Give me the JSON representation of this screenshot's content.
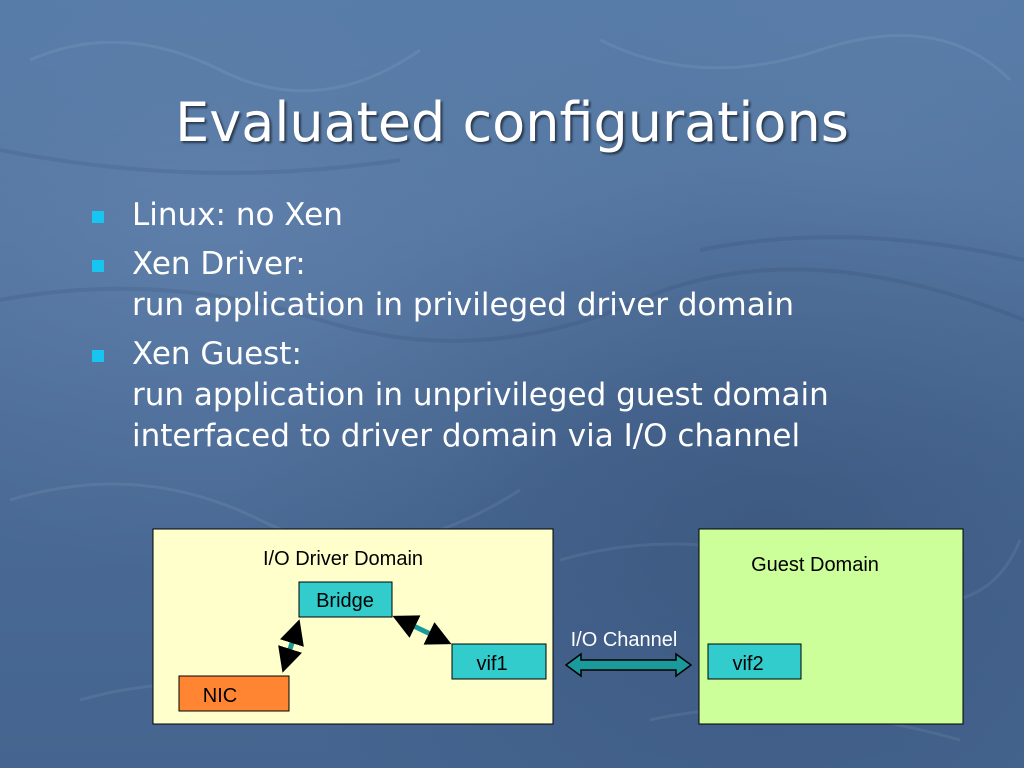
{
  "slide": {
    "title": "Evaluated configurations",
    "bullets": [
      {
        "lines": [
          "Linux: no Xen"
        ]
      },
      {
        "lines": [
          "Xen Driver:",
          "run application in privileged driver domain"
        ]
      },
      {
        "lines": [
          "Xen Guest:",
          "run application in unprivileged guest domain",
          "interfaced to driver domain via I/O channel"
        ]
      }
    ]
  },
  "diagram": {
    "driver_domain": {
      "label": "I/O Driver Domain",
      "color": "#ffffcc"
    },
    "guest_domain": {
      "label": "Guest Domain",
      "color": "#ccff99"
    },
    "nodes": {
      "bridge": {
        "label": "Bridge",
        "color": "#33cccc"
      },
      "vif1": {
        "label": "vif1",
        "color": "#33cccc"
      },
      "vif2": {
        "label": "vif2",
        "color": "#33cccc"
      },
      "nic": {
        "label": "NIC",
        "color": "#ff8533"
      }
    },
    "channel_label": "I/O Channel",
    "arrow_color": "#1a9a9a"
  },
  "colors": {
    "background": "#4e6f99",
    "bullet": "#17c6f0",
    "text": "#ffffff"
  }
}
